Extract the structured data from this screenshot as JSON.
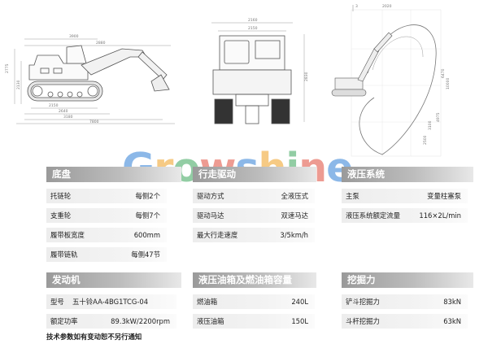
{
  "watermark": {
    "letters": [
      "G",
      "r",
      "o",
      "w",
      "s",
      "h",
      "i",
      "n",
      "e"
    ],
    "colors": [
      "#2f7fd6",
      "#f0a020",
      "#3aa65a",
      "#e04a3a",
      "#2f7fd6",
      "#f0a020",
      "#3aa65a",
      "#e04a3a",
      "#2f7fd6"
    ]
  },
  "drawing_labels": {
    "side_top": [
      "3900",
      "2880"
    ],
    "side_bottom": [
      "2150",
      "2640",
      "3180",
      "7800"
    ],
    "side_left": [
      "2775",
      "2130"
    ],
    "front_top": [
      "2160",
      "2150"
    ],
    "front_right": [
      "2830"
    ],
    "range_top": [
      "2020",
      "3"
    ],
    "range_right": [
      "10000",
      "6470",
      "4975",
      "3100",
      "2500"
    ]
  },
  "sections": {
    "undercarriage": {
      "title": "底盘",
      "rows": [
        {
          "label": "托链轮",
          "value": "每侧2个"
        },
        {
          "label": "支重轮",
          "value": "每侧7个"
        },
        {
          "label": "履带板宽度",
          "value": "600mm"
        },
        {
          "label": "履带链轨",
          "value": "每侧47节"
        }
      ]
    },
    "travel": {
      "title": "行走驱动",
      "rows": [
        {
          "label": "驱动方式",
          "value": "全液压式"
        },
        {
          "label": "驱动马达",
          "value": "双速马达"
        },
        {
          "label": "最大行走速度",
          "value": "3/5km/h"
        }
      ]
    },
    "hydraulic": {
      "title": "液压系统",
      "rows": [
        {
          "label": "主泵",
          "value": "变量柱塞泵"
        },
        {
          "label": "液压系统额定流量",
          "value": "116×2L/min"
        }
      ]
    },
    "engine": {
      "title": "发动机",
      "rows": [
        {
          "label": "型号",
          "middle": "五十铃AA-4BG1TCG-04",
          "value": ""
        },
        {
          "label": "额定功率",
          "value": "89.3kW/2200rpm"
        }
      ]
    },
    "tank": {
      "title": "液压油箱及燃油箱容量",
      "rows": [
        {
          "label": "燃油箱",
          "value": "240L"
        },
        {
          "label": "液压油箱",
          "value": "150L"
        }
      ]
    },
    "digging": {
      "title": "挖掘力",
      "rows": [
        {
          "label": "铲斗挖掘力",
          "value": "83kN"
        },
        {
          "label": "斗杆挖掘力",
          "value": "63kN"
        }
      ]
    }
  },
  "footnote": "技术参数如有变动恕不另行通知"
}
